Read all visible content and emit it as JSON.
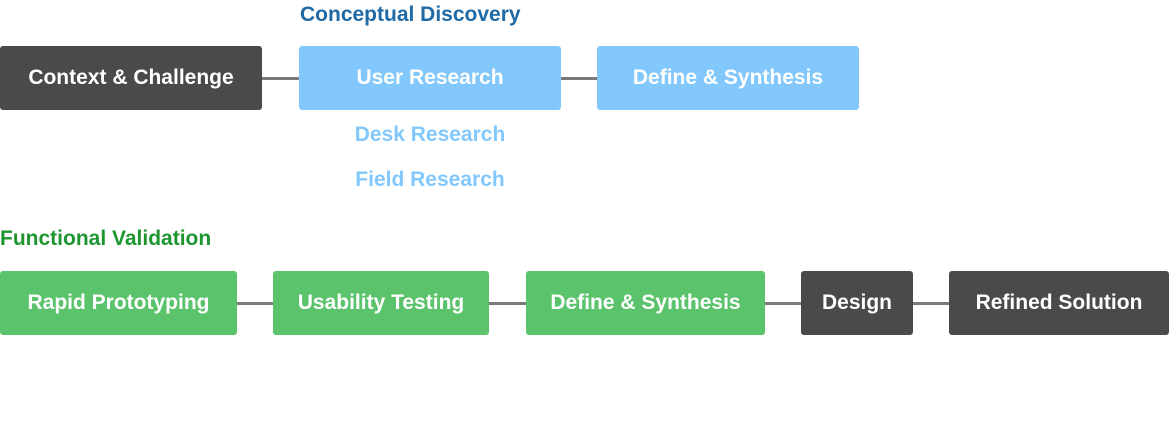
{
  "conceptual": {
    "title": "Conceptual Discovery",
    "nodes": [
      "Context & Challenge",
      "User Research",
      "Define & Synthesis"
    ],
    "sub_items": [
      "Desk Research",
      "Field Research"
    ]
  },
  "functional": {
    "title": "Functional Validation",
    "nodes": [
      "Rapid Prototyping",
      "Usability Testing",
      "Define & Synthesis",
      "Design",
      "Refined Solution"
    ]
  },
  "colors": {
    "dark": "#4a4a4a",
    "light_blue": "#82c8fd",
    "green": "#5bc36b",
    "title_blue": "#1f6aa5",
    "title_green": "#1d9630"
  }
}
